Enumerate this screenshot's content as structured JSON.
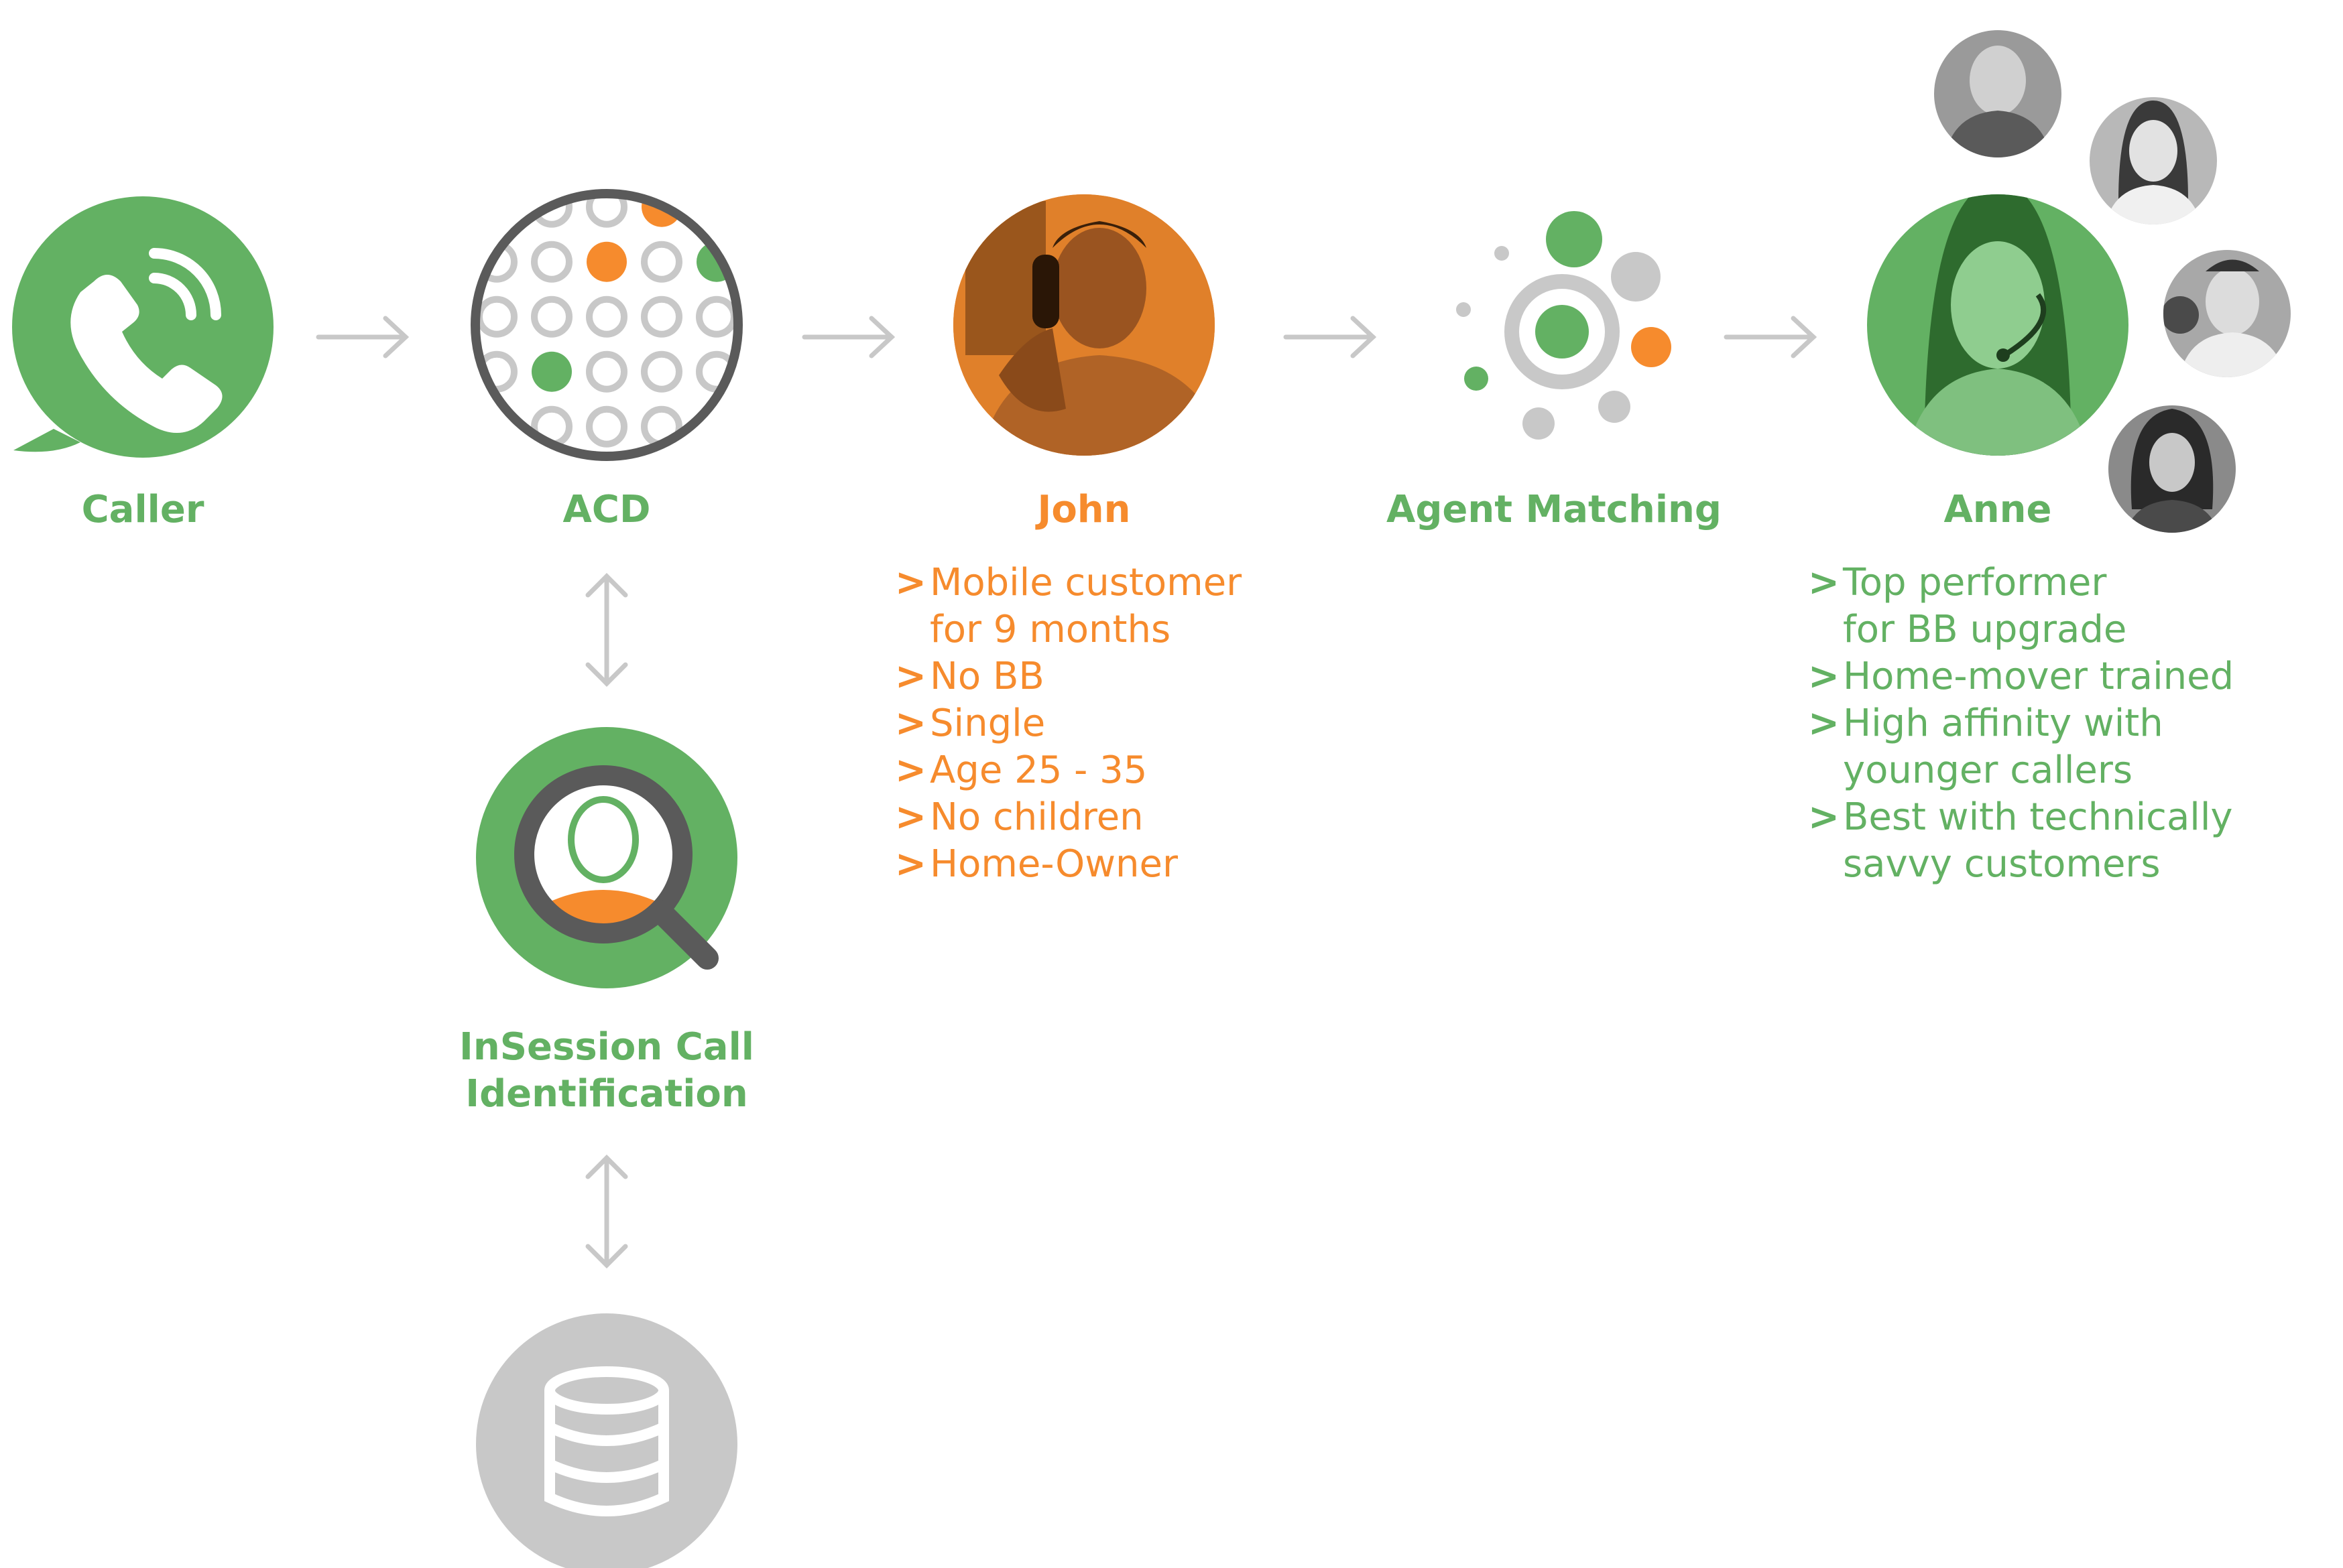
{
  "nodes": {
    "caller": {
      "label": "Caller",
      "icon": "phone-chat-icon"
    },
    "acd": {
      "label": "ACD",
      "icon": "acd-grid-icon"
    },
    "john": {
      "label": "John",
      "icon": "customer-photo"
    },
    "agent_matching": {
      "label": "Agent Matching",
      "icon": "matching-dots-icon"
    },
    "anne": {
      "label": "Anne",
      "icon": "agent-photo"
    },
    "insession": {
      "label": "InSession Call\nIdentification",
      "icon": "user-search-icon"
    },
    "database": {
      "icon": "database-icon"
    }
  },
  "john_attributes": {
    "bullet": ">",
    "items": [
      "Mobile customer\nfor 9 months",
      "No BB",
      "Single",
      "Age 25 - 35",
      "No children",
      "Home-Owner"
    ]
  },
  "anne_attributes": {
    "bullet": ">",
    "items": [
      "Top performer\nfor BB upgrade",
      "Home-mover trained",
      "High affinity with\nyounger callers",
      "Best with technically\nsavvy customers"
    ]
  },
  "colors": {
    "green": "#63b163",
    "orange": "#f68b2d",
    "grey": "#c8c8c8",
    "dark_grey": "#5a5a5a"
  }
}
